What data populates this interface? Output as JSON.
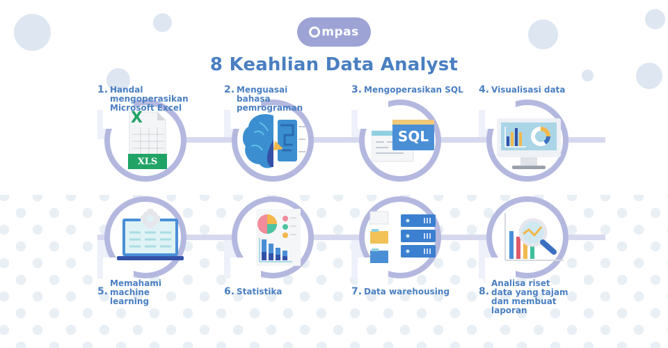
{
  "logo": {
    "text": "mpas",
    "brand_color": "#9ea3d6"
  },
  "title": "8 Keahlian Data Analyst",
  "colors": {
    "accent": "#4a7fc1",
    "ring": "#b4b8df",
    "background_dot": "#dde6f1"
  },
  "skills": [
    {
      "number": "1.",
      "text": "Handal mengoperasikan Microsoft Excel",
      "icon": "excel-xls-icon",
      "icon_text": "XLS",
      "icon_mark": "X"
    },
    {
      "number": "2.",
      "text": "Menguasai bahasa pemrograman",
      "icon": "brain-circuit-icon"
    },
    {
      "number": "3.",
      "text": "Mengoperasikan SQL",
      "icon": "sql-window-icon",
      "icon_text": "SQL"
    },
    {
      "number": "4.",
      "text": "Visualisasi data",
      "icon": "monitor-chart-icon"
    },
    {
      "number": "5.",
      "text": "Memahami machine learning",
      "icon": "laptop-gear-icon"
    },
    {
      "number": "6.",
      "text": "Statistika",
      "icon": "statistics-report-icon"
    },
    {
      "number": "7.",
      "text": "Data warehousing",
      "icon": "server-folders-icon"
    },
    {
      "number": "8.",
      "text": "Analisa riset data yang tajam dan membuat laporan",
      "icon": "magnifier-chart-icon"
    }
  ]
}
